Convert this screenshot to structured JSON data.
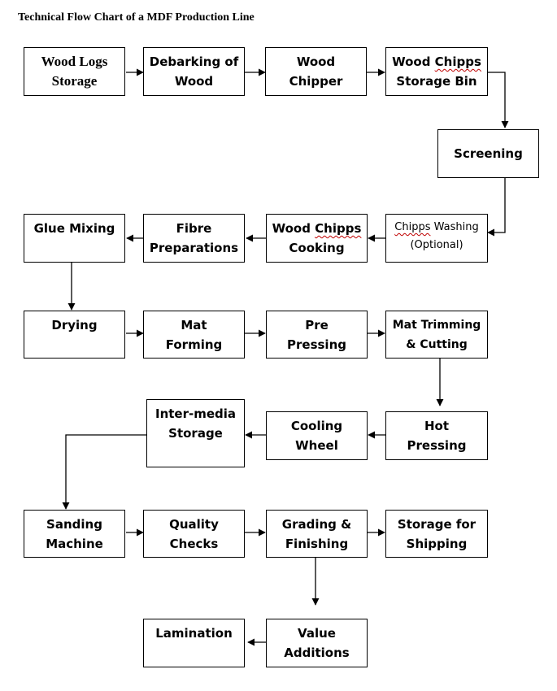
{
  "title": "Technical Flow Chart of a MDF Production Line",
  "steps": {
    "wood_logs_storage": {
      "line1": "Wood Logs",
      "line2": "Storage"
    },
    "debarking": {
      "line1": "Debarking of",
      "line2": "Wood"
    },
    "wood_chipper": {
      "line1": "Wood",
      "line2": "Chipper"
    },
    "chipps_storage_bin": {
      "line1a": "Wood ",
      "line1b": "Chipps",
      "line2": "Storage Bin"
    },
    "screening": {
      "line1": "Screening"
    },
    "chipps_washing": {
      "line1a": "Chipps",
      "line1b": " Washing",
      "line2": "(Optional)"
    },
    "chipps_cooking": {
      "line1a": "Wood ",
      "line1b": "Chipps",
      "line2": "Cooking"
    },
    "fibre_preparations": {
      "line1": "Fibre",
      "line2": "Preparations"
    },
    "glue_mixing": {
      "line1": "Glue Mixing"
    },
    "drying": {
      "line1": "Drying"
    },
    "mat_forming": {
      "line1": "Mat",
      "line2": "Forming"
    },
    "pre_pressing": {
      "line1": "Pre",
      "line2": "Pressing"
    },
    "mat_trimming": {
      "line1": "Mat Trimming",
      "line2": "& Cutting"
    },
    "hot_pressing": {
      "line1": "Hot",
      "line2": "Pressing"
    },
    "cooling_wheel": {
      "line1": "Cooling",
      "line2": "Wheel"
    },
    "intermedia_storage": {
      "line1": "Inter-media",
      "line2": "Storage"
    },
    "sanding_machine": {
      "line1": "Sanding",
      "line2": "Machine"
    },
    "quality_checks": {
      "line1": "Quality",
      "line2": "Checks"
    },
    "grading_finishing": {
      "line1": "Grading &",
      "line2": "Finishing"
    },
    "storage_shipping": {
      "line1": "Storage for",
      "line2": "Shipping"
    },
    "value_additions": {
      "line1": "Value",
      "line2": "Additions"
    },
    "lamination": {
      "line1": "Lamination"
    }
  }
}
